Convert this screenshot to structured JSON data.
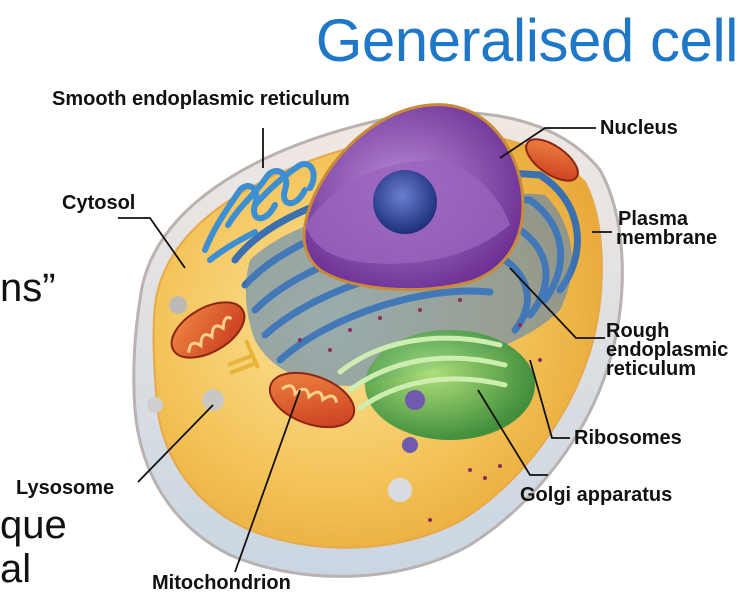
{
  "title": "Generalised cell",
  "background_fragments": [
    "ns”",
    "que",
    "al"
  ],
  "labels": {
    "smooth_er": "Smooth endoplasmic reticulum",
    "nucleus": "Nucleus",
    "cytosol": "Cytosol",
    "plasma_membrane_1": "Plasma",
    "plasma_membrane_2": "membrane",
    "rough_er_1": "Rough",
    "rough_er_2": "endoplasmic",
    "rough_er_3": "reticulum",
    "ribosomes": "Ribosomes",
    "lysosome": "Lysosome",
    "golgi": "Golgi apparatus",
    "mitochondrion": "Mitochondrion"
  },
  "colors": {
    "title": "#1f77c8",
    "cytoplasm": "#f4c45a",
    "nucleus": "#7b3fa0",
    "er": "#3a6fb0",
    "golgi": "#55b04a",
    "mitochondria": "#e0562b"
  }
}
